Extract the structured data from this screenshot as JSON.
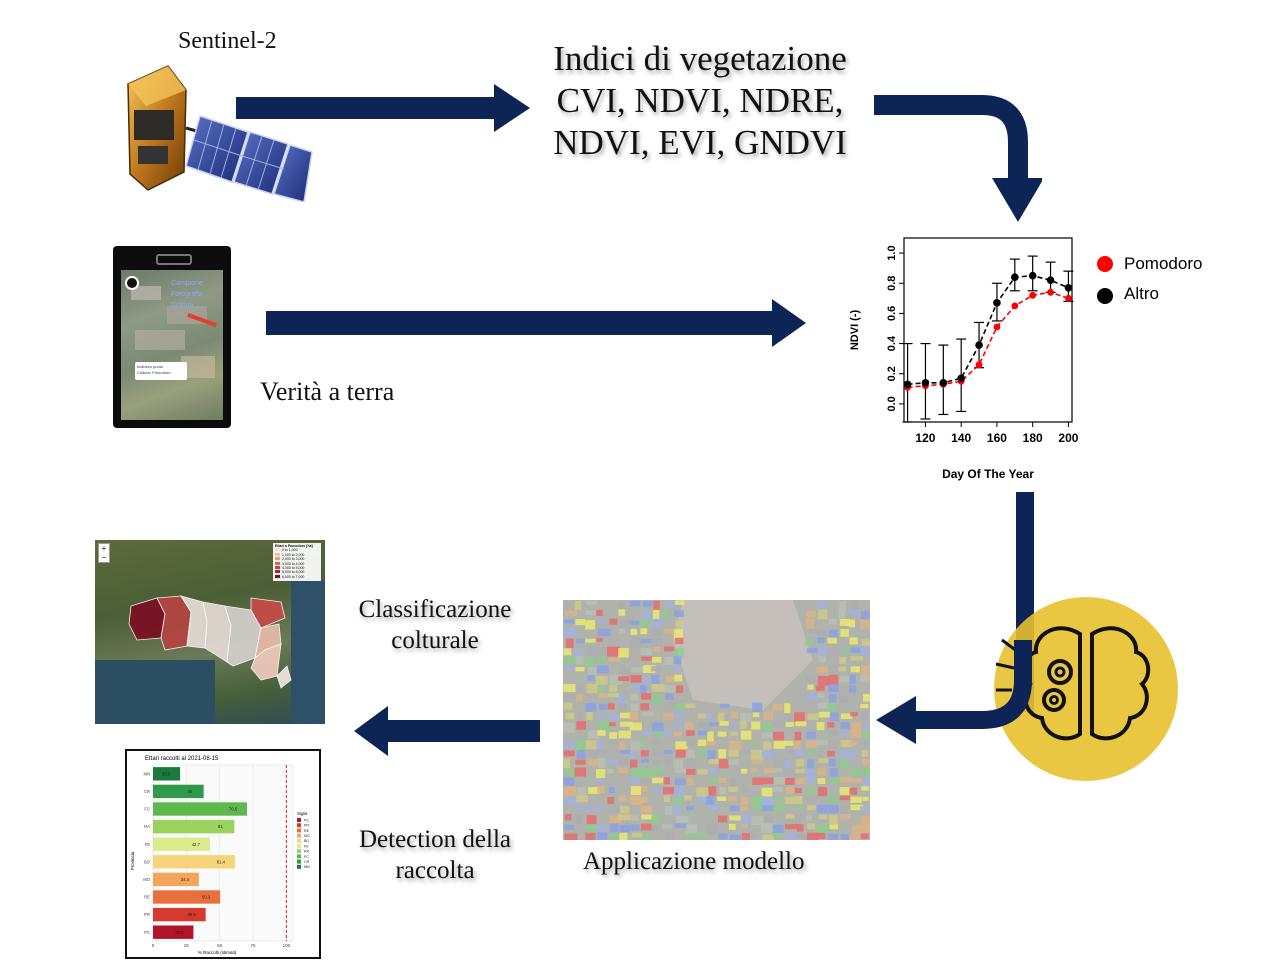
{
  "flow": {
    "satellite_label": "Sentinel-2",
    "indices_lines": [
      "Indici di vegetazione",
      "CVI, NDVI, NDRE,",
      "NDVI, EVI, GNDVI"
    ],
    "ground_truth_label": "Verità a terra",
    "classification_lines": [
      "Classificazione",
      "colturale"
    ],
    "detection_lines": [
      "Detection della",
      "raccolta"
    ],
    "model_label": "Applicazione modello"
  },
  "colors": {
    "arrow": "#0d2457",
    "brain_circle": "#e8c12f",
    "pomodoro": "#ff0000",
    "altro": "#000000"
  },
  "icons": [
    "satellite-icon",
    "phone-icon",
    "brain-gears-icon"
  ],
  "chart_data": [
    {
      "type": "line",
      "xlabel": "Day Of The Year",
      "ylabel": "NDVI (-)",
      "xticks": [
        120,
        140,
        160,
        180,
        200
      ],
      "yticks": [
        "0.0",
        "0.2",
        "0.4",
        "0.6",
        "0.8",
        "1.0"
      ],
      "xlim": [
        108,
        202
      ],
      "ylim": [
        -0.12,
        1.1
      ],
      "legend_position": "right",
      "series": [
        {
          "name": "Pomodoro",
          "color": "#ff0000",
          "x": [
            110,
            120,
            130,
            140,
            150,
            160,
            170,
            180,
            190,
            200
          ],
          "y": [
            0.11,
            0.12,
            0.13,
            0.15,
            0.26,
            0.51,
            0.65,
            0.72,
            0.74,
            0.7
          ]
        },
        {
          "name": "Altro",
          "color": "#000000",
          "x": [
            110,
            120,
            130,
            140,
            150,
            160,
            170,
            180,
            190,
            200
          ],
          "y": [
            0.13,
            0.14,
            0.14,
            0.17,
            0.39,
            0.67,
            0.84,
            0.85,
            0.82,
            0.77
          ],
          "err_low": [
            -0.12,
            -0.1,
            -0.07,
            -0.05,
            0.24,
            0.55,
            0.75,
            0.75,
            0.74,
            0.68
          ],
          "err_high": [
            0.4,
            0.4,
            0.39,
            0.43,
            0.54,
            0.8,
            0.96,
            0.98,
            0.94,
            0.88
          ]
        }
      ]
    },
    {
      "type": "bar",
      "orientation": "horizontal",
      "title": "Ettari raccolti al 2021-08-15",
      "xlabel": "% Raccolti (stimati)",
      "ylabel": "Provincia",
      "legend_title": "Sigla",
      "categories": [
        "MN",
        "CR",
        "FC",
        "RA",
        "FE",
        "BO",
        "MO",
        "RE",
        "PR",
        "PC"
      ],
      "values": [
        20.3,
        38,
        70.5,
        61,
        42.7,
        61.4,
        34.4,
        50.3,
        39.5,
        30.3
      ],
      "colors": [
        "#1a7a3c",
        "#2f9a4a",
        "#5fb84f",
        "#9bd25e",
        "#d8ec8a",
        "#f6d57a",
        "#f3a65b",
        "#e8703f",
        "#d63a2e",
        "#b0132a"
      ],
      "value_labels": [
        "20.3",
        "38",
        "70.5",
        "61",
        "42.7",
        "61.4",
        "34.4",
        "50.3",
        "39.5",
        "30.3"
      ],
      "xticks": [
        "0",
        "25",
        "50",
        "75",
        "100"
      ],
      "xlim": [
        0,
        105
      ],
      "reference_line": 100
    }
  ],
  "inset_map": {
    "legend_title": "Ettari a Pomodoro [ha]",
    "legend_items": [
      "0 to 1,000",
      "1,000 to 2,000",
      "2,000 to 3,000",
      "3,000 to 4,000",
      "4,000 to 5,000",
      "5,000 to 6,000",
      "6,000 to 7,000"
    ],
    "legend_colors": [
      "#f6e2dc",
      "#eebfae",
      "#e39883",
      "#d46a5e",
      "#c0433f",
      "#a32330",
      "#7a0f22"
    ],
    "zoom_in": "+",
    "zoom_out": "−",
    "provinces": [
      "PC",
      "PR",
      "RE",
      "MO",
      "BO",
      "FE",
      "RA",
      "FC",
      "RN"
    ],
    "province_colors": [
      "#7a0f22",
      "#b64440",
      "#e6ddd7",
      "#e3dbd5",
      "#d4d0cc",
      "#c94a47",
      "#e8b9a9",
      "#f1c9bb",
      "#efe7e1"
    ]
  },
  "phone_screen": {
    "popup_text": [
      "Indirizzo punto",
      "Coltura: Pomodoro"
    ],
    "overlay_text": [
      "Campione",
      "Fotografia",
      "Coltura"
    ]
  }
}
